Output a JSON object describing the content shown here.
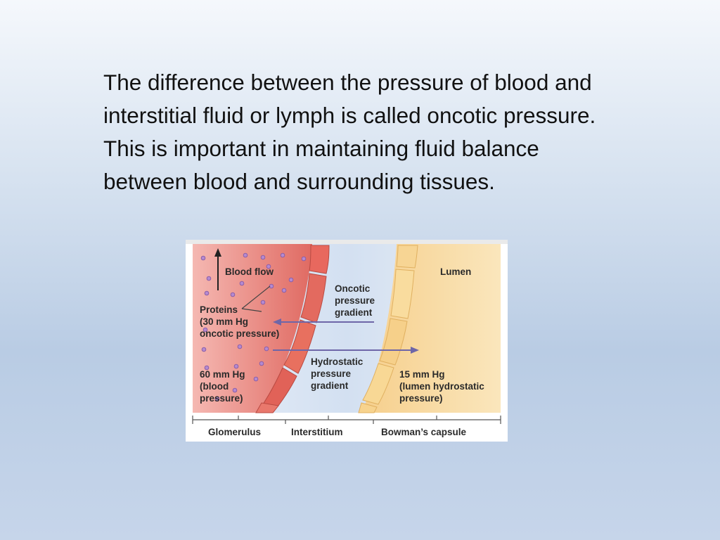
{
  "slide": {
    "paragraph_lines": [
      "The difference between the pressure of blood and",
      "interstitial fluid or lymph is called oncotic pressure.",
      "This is important in maintaining fluid balance",
      "between blood and surrounding tissues."
    ]
  },
  "diagram": {
    "labels": {
      "blood_flow": "Blood flow",
      "lumen": "Lumen",
      "oncotic": [
        "Oncotic",
        "pressure",
        "gradient"
      ],
      "proteins": [
        "Proteins",
        "(30 mm Hg",
        "oncotic pressure)"
      ],
      "hydrostatic": [
        "Hydrostatic",
        "pressure",
        "gradient"
      ],
      "blood_pressure": [
        "60 mm Hg",
        "(blood",
        "pressure)"
      ],
      "lumen_pressure": [
        "15 mm Hg",
        "(lumen hydrostatic",
        "pressure)"
      ]
    },
    "regions": [
      "Glomerulus",
      "Interstitium",
      "Bowman’s capsule"
    ],
    "colors": {
      "glomerulus": "#e8807a",
      "capillary_wall": "#e06055",
      "interstitium": "#dfe8f5",
      "bowman_wall": "#f7d08a",
      "lumen": "#f8d89a",
      "arrow": "#7a70b0",
      "protein_dot": "#a77fc0"
    }
  }
}
